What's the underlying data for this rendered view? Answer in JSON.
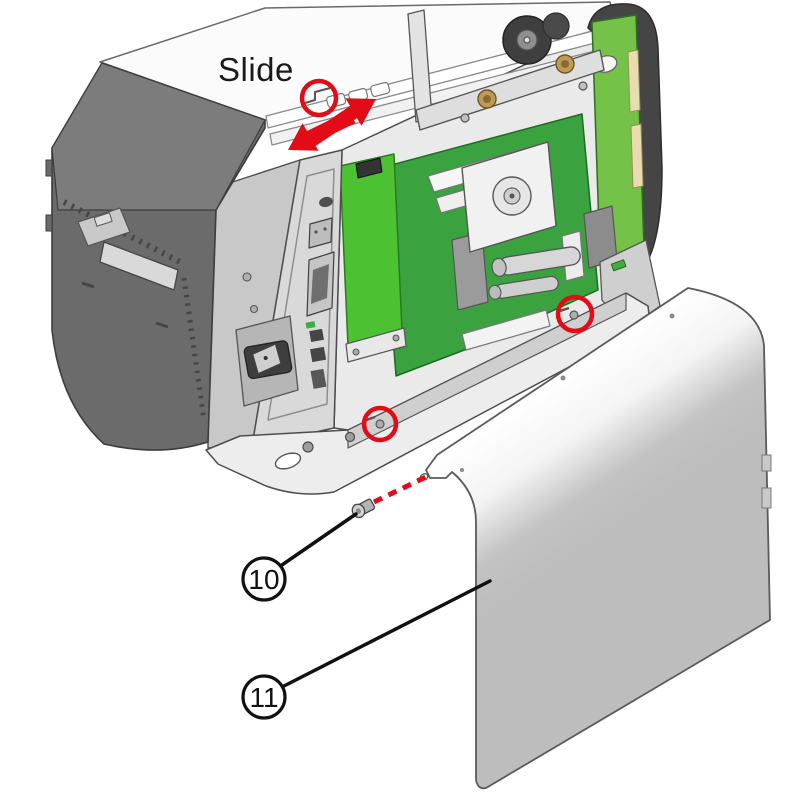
{
  "page": {
    "background": "#ffffff",
    "kind": "printer-service-exploded-diagram"
  },
  "instruction": {
    "slide_label": "Slide"
  },
  "callouts": [
    {
      "id": "10",
      "label": "10",
      "points_to": "cover mounting screw"
    },
    {
      "id": "11",
      "label": "11",
      "points_to": "side cover panel"
    }
  ],
  "highlights": {
    "screw_circle_count": 3
  },
  "colors": {
    "accent_red": "#e30b16",
    "pcb_green_bright": "#4cc131",
    "pcb_green_main": "#3aa23f",
    "pcb_green_side": "#74c248",
    "front_panel_gray": "#6b6b6b",
    "back_edge_dark": "#454545",
    "cover_gray": "#bdbdbd",
    "brass": "#bf9a55"
  }
}
